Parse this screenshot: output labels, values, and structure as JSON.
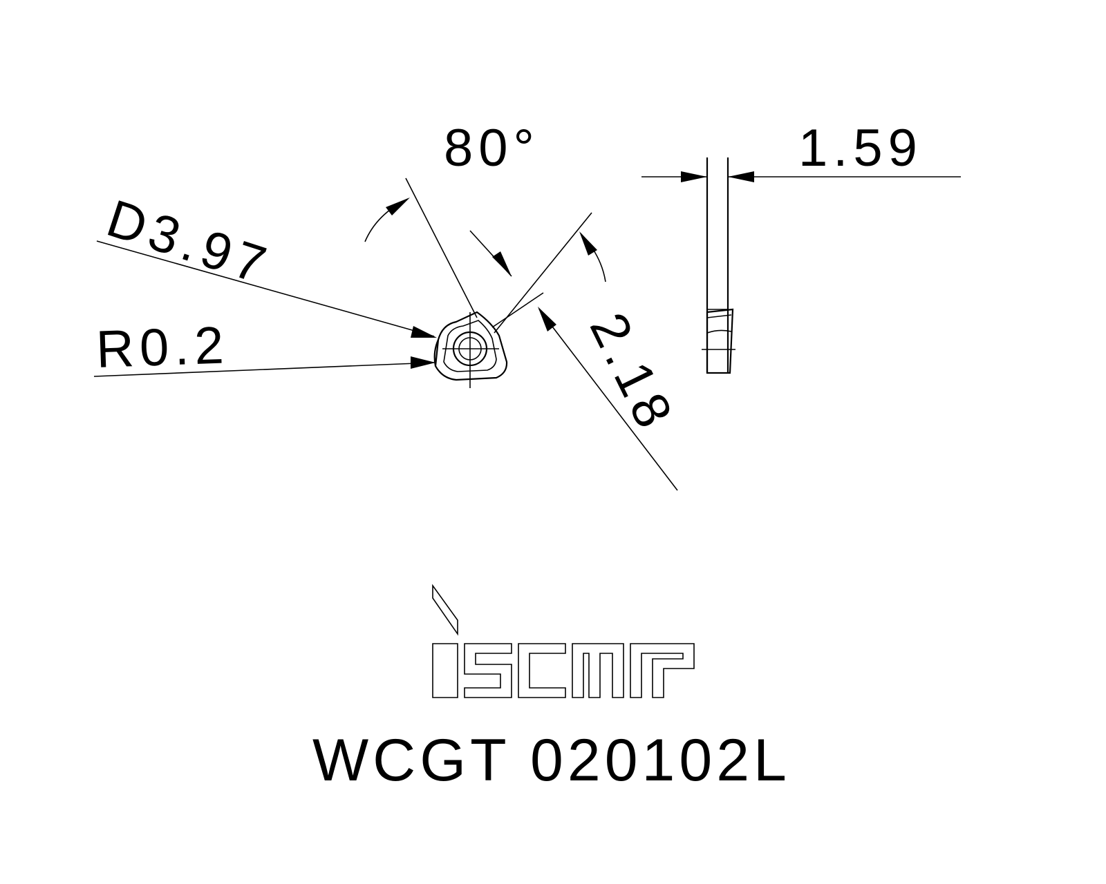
{
  "drawing": {
    "dimensions": {
      "diameter_label": "D3.97",
      "radius_label": "R0.2",
      "angle_label": "80°",
      "thickness_label": "1.59",
      "height_label": "2.18"
    },
    "logo": {
      "brand": "iscar"
    },
    "part_code": "WCGT 020102L",
    "colors": {
      "line": "#000000",
      "background": "#ffffff"
    }
  }
}
